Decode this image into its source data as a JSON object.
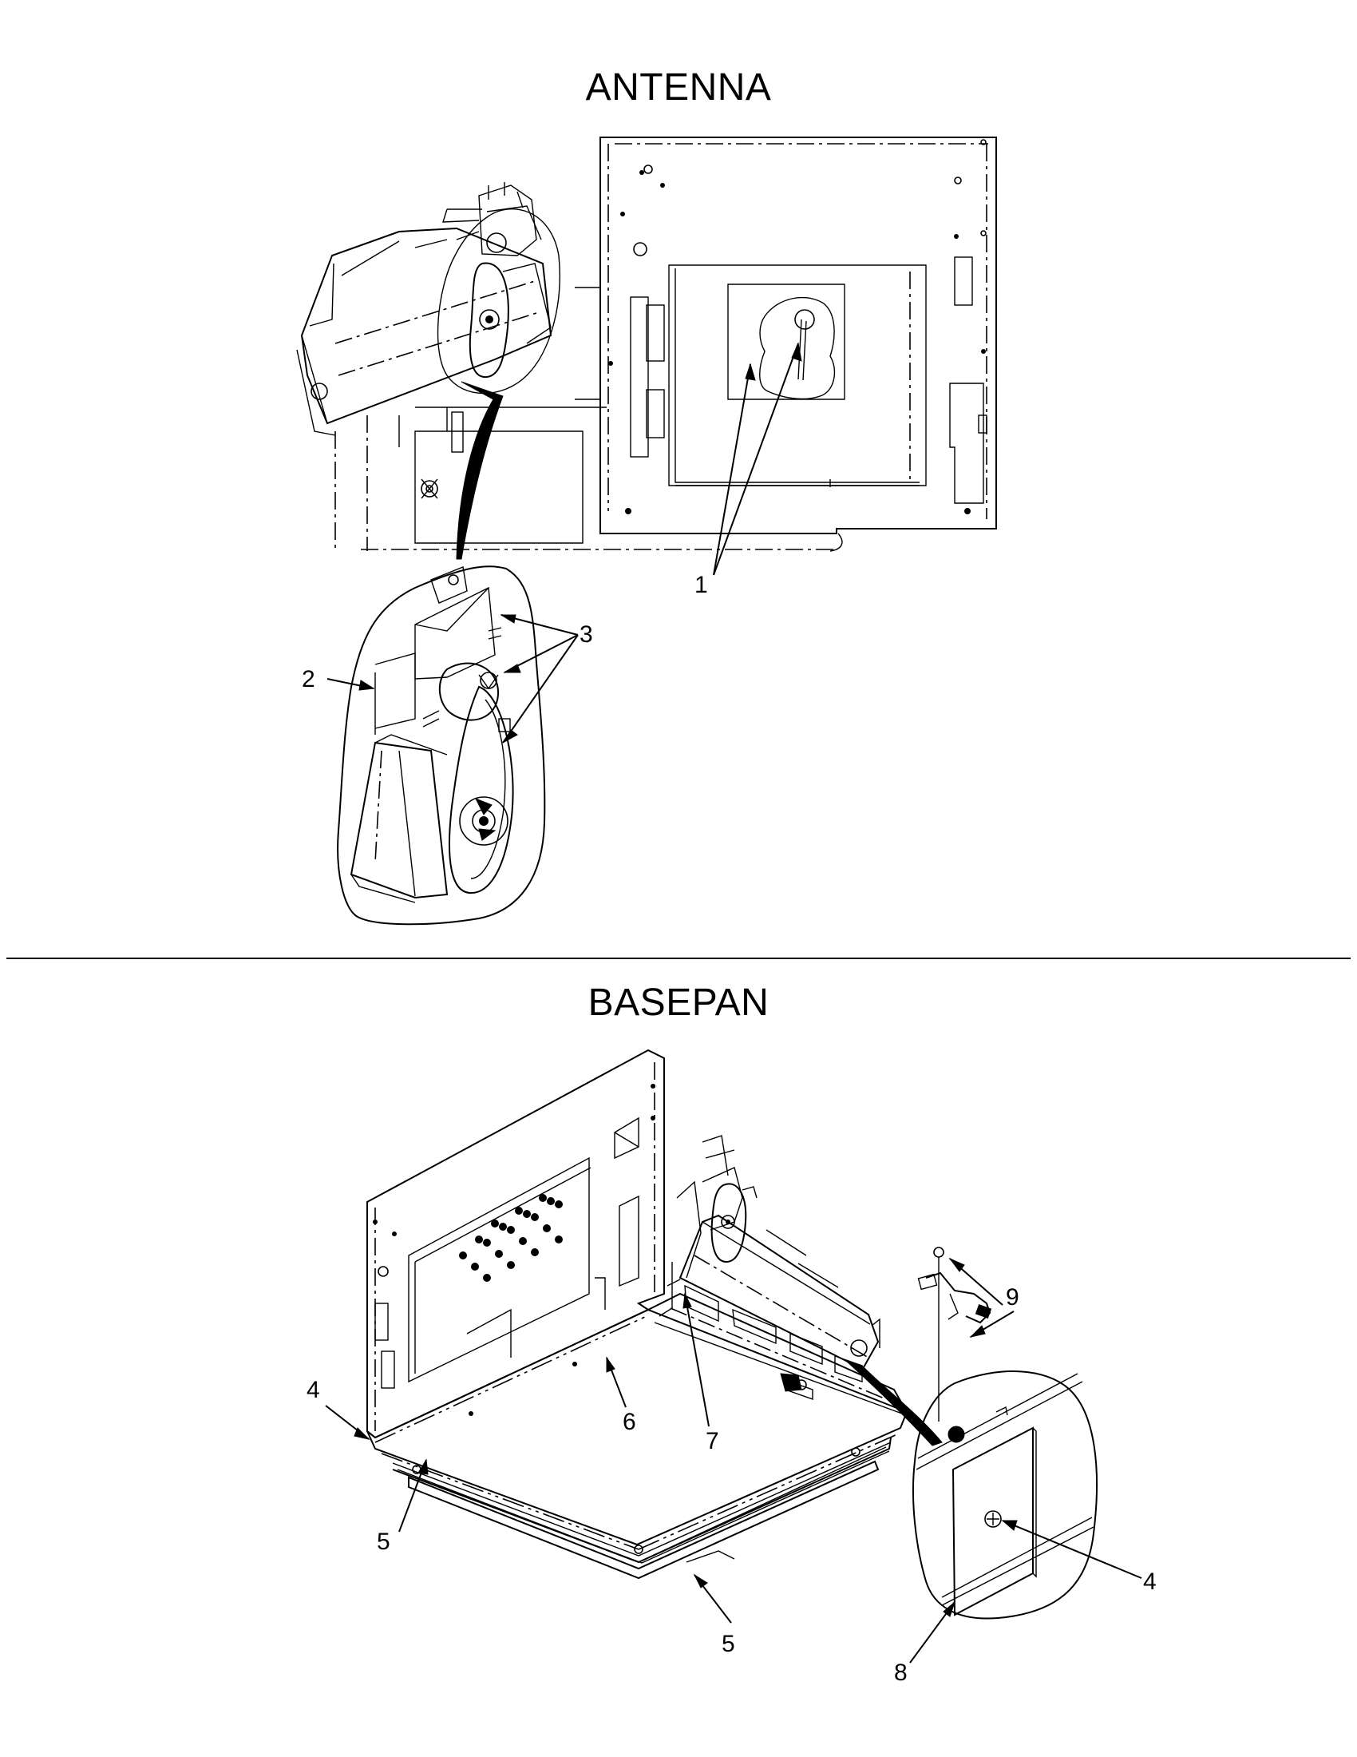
{
  "sections": {
    "antenna": {
      "title": "ANTENNA"
    },
    "basepan": {
      "title": "BASEPAN"
    }
  },
  "callouts": {
    "c1": "1",
    "c2": "2",
    "c3": "3",
    "c4a": "4",
    "c4b": "4",
    "c5a": "5",
    "c5b": "5",
    "c6": "6",
    "c7": "7",
    "c8": "8",
    "c9": "9"
  }
}
